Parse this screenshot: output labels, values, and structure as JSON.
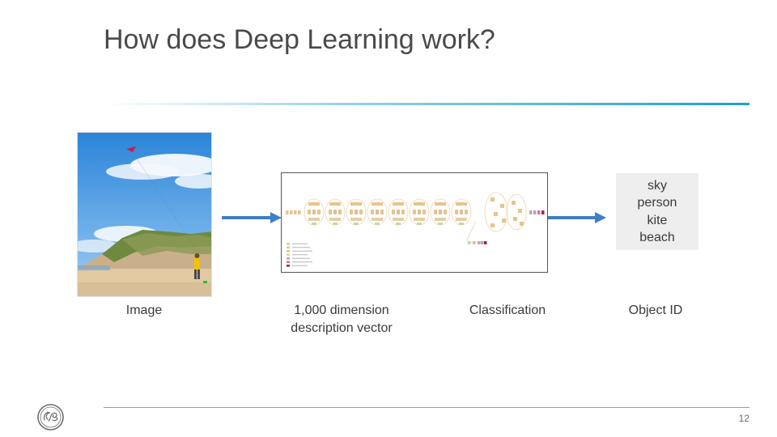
{
  "slide": {
    "title": "How does Deep Learning work?",
    "page_number": "12"
  },
  "pipeline": {
    "captions": {
      "image": "Image",
      "vector_line1": "1,000 dimension",
      "vector_line2": "description vector",
      "classification": "Classification",
      "object_id": "Object ID"
    },
    "object_labels": [
      "sky",
      "person",
      "kite",
      "beach"
    ]
  },
  "colors": {
    "title_rule": "#1aa0cc",
    "arrow": "#3f7fc4",
    "object_box_bg": "#eeeeee",
    "footer_rule": "#9a9a9a"
  },
  "icons": {
    "logo": "ge-monogram-icon",
    "arrow": "right-arrow-icon"
  }
}
